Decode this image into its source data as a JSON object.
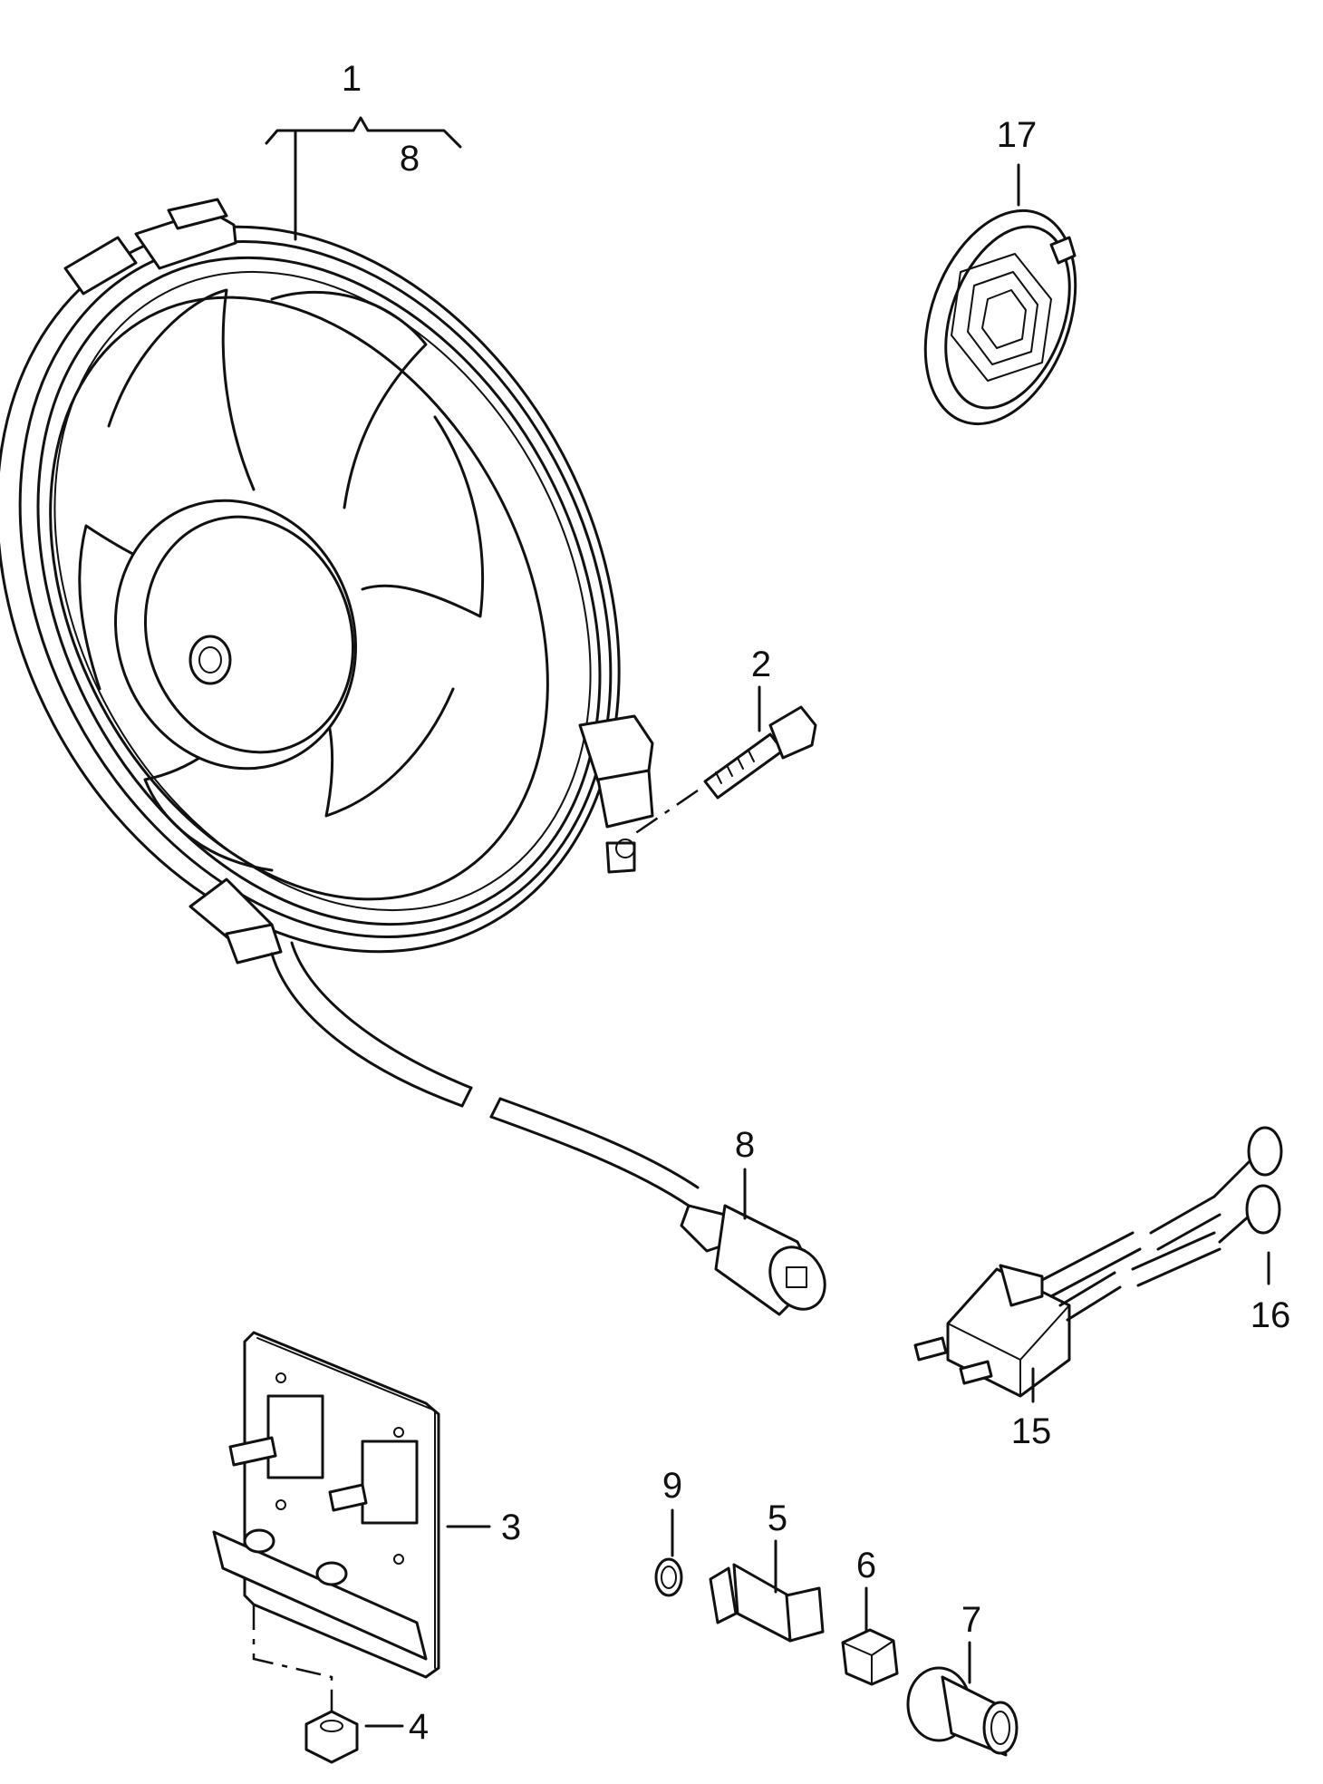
{
  "callouts": [
    {
      "key": "c1",
      "text": "1"
    },
    {
      "key": "c8a",
      "text": "8"
    },
    {
      "key": "c17",
      "text": "17"
    },
    {
      "key": "c2",
      "text": "2"
    },
    {
      "key": "c8b",
      "text": "8"
    },
    {
      "key": "c16",
      "text": "16"
    },
    {
      "key": "c15",
      "text": "15"
    },
    {
      "key": "c3",
      "text": "3"
    },
    {
      "key": "c9",
      "text": "9"
    },
    {
      "key": "c5",
      "text": "5"
    },
    {
      "key": "c6",
      "text": "6"
    },
    {
      "key": "c7",
      "text": "7"
    },
    {
      "key": "c4",
      "text": "4"
    }
  ]
}
